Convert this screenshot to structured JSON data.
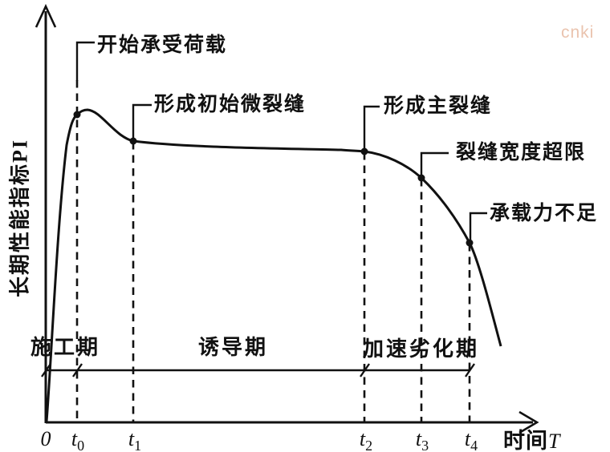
{
  "watermark": {
    "text": "cnki",
    "color": "#eac3ae"
  },
  "colors": {
    "ink": "#111111",
    "background": "#ffffff"
  },
  "axes": {
    "y_label": "长期性能指标PI",
    "x_label_cjk": "时间",
    "x_label_latin": "T",
    "origin_label": "0"
  },
  "ticks": [
    {
      "base": "0",
      "sub": ""
    },
    {
      "base": "t",
      "sub": "0"
    },
    {
      "base": "t",
      "sub": "1"
    },
    {
      "base": "t",
      "sub": "2"
    },
    {
      "base": "t",
      "sub": "3"
    },
    {
      "base": "t",
      "sub": "4"
    }
  ],
  "annotations": [
    {
      "label": "开始承受荷载",
      "at_tick": "t0"
    },
    {
      "label": "形成初始微裂缝",
      "at_tick": "t1"
    },
    {
      "label": "形成主裂缝",
      "at_tick": "t2"
    },
    {
      "label": "裂缝宽度超限",
      "at_tick": "t3"
    },
    {
      "label": "承载力不足",
      "at_tick": "t4"
    }
  ],
  "phases": [
    {
      "label": "施工期",
      "span": "0 到 t0"
    },
    {
      "label": "诱导期",
      "span": "t0 到 t2"
    },
    {
      "label": "加速劣化期",
      "span": "t2 到 t4"
    }
  ],
  "chart_data": {
    "type": "line",
    "title": "",
    "xlabel": "时间T",
    "ylabel": "长期性能指标PI",
    "x_tick_labels": [
      "0",
      "t0",
      "t1",
      "t2",
      "t3",
      "t4"
    ],
    "numeric_axes": false,
    "grid": false,
    "legend": false,
    "series": [
      {
        "name": "长期性能指标PI",
        "x": [
          "0",
          "t0",
          "peak(t0+)",
          "t1",
          "t2",
          "t3",
          "t4",
          "t4+"
        ],
        "pi_relative": [
          0,
          0.985,
          1.0,
          0.9,
          0.865,
          0.78,
          0.57,
          0.25
        ]
      }
    ],
    "events": [
      {
        "x": "t0",
        "label": "开始承受荷载"
      },
      {
        "x": "t1",
        "label": "形成初始微裂缝"
      },
      {
        "x": "t2",
        "label": "形成主裂缝"
      },
      {
        "x": "t3",
        "label": "裂缝宽度超限"
      },
      {
        "x": "t4",
        "label": "承载力不足"
      }
    ],
    "phases": [
      {
        "label": "施工期",
        "from": "0",
        "to": "t0"
      },
      {
        "label": "诱导期",
        "from": "t0",
        "to": "t2"
      },
      {
        "label": "加速劣化期",
        "from": "t2",
        "to": "t4"
      }
    ]
  }
}
